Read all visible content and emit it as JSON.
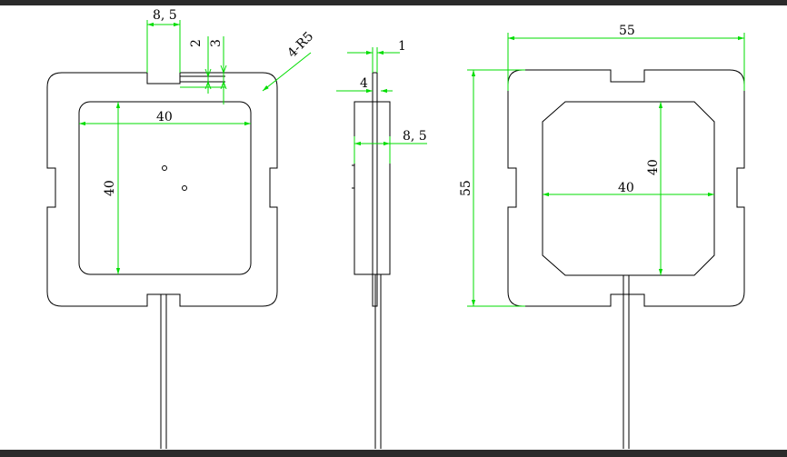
{
  "colors": {
    "paper": "#ffffff",
    "frame": "#2b2b2b",
    "outline": "#000000",
    "dimension": "#00dd00",
    "text": "#000000"
  },
  "views": {
    "front": {
      "dims": {
        "notch_width": "8, 5",
        "step_a": "2",
        "step_b": "3",
        "corner_radius": "4-R5",
        "inner_width": "40",
        "inner_height": "40"
      }
    },
    "side": {
      "dims": {
        "plate_thickness": "1",
        "body_thickness": "4",
        "total_thickness": "8, 5"
      }
    },
    "back": {
      "dims": {
        "outer_width": "55",
        "outer_height": "55",
        "patch_width": "40",
        "patch_height": "40"
      }
    }
  }
}
